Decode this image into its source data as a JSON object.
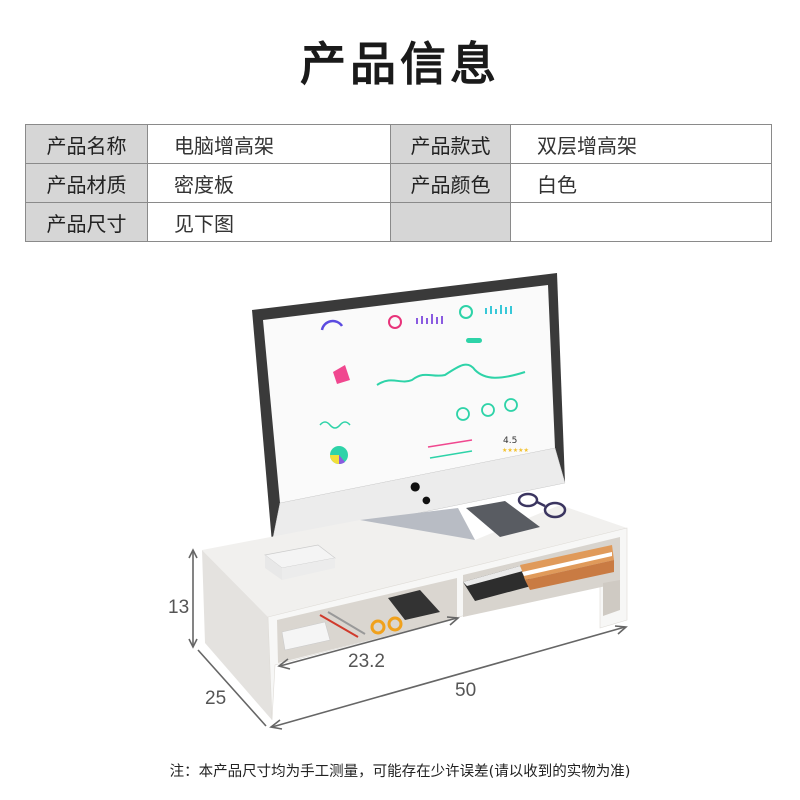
{
  "title": "产品信息",
  "table": {
    "rows": [
      [
        {
          "label": "产品名称",
          "value": "电脑增高架"
        },
        {
          "label": "产品款式",
          "value": "双层增高架"
        }
      ],
      [
        {
          "label": "产品材质",
          "value": "密度板"
        },
        {
          "label": "产品颜色",
          "value": "白色"
        }
      ],
      [
        {
          "label": "产品尺寸",
          "value": "见下图"
        },
        {
          "label": "",
          "value": ""
        }
      ]
    ]
  },
  "dimensions": {
    "height": "13",
    "depth": "25",
    "length": "50",
    "compartment": "23.2"
  },
  "screen": {
    "rating": "4.5"
  },
  "note": "注：本产品尺寸均为手工测量，可能存在少许误差(请以收到的实物为准)",
  "colors": {
    "label_bg": "#d6d6d6",
    "border": "#8a8a8a",
    "accent_teal": "#2ed3a8",
    "accent_pink": "#f0478f",
    "accent_purple": "#5b4be0"
  }
}
